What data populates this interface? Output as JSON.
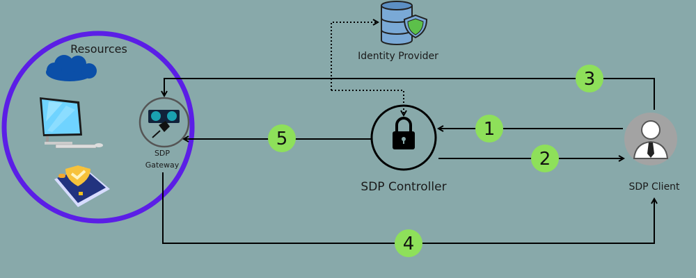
{
  "colors": {
    "background": "#88a9aa",
    "resources_ring": "#5b1ee6",
    "step_badge": "#8ee05a",
    "connector": "#000000"
  },
  "resources": {
    "title": "Resources",
    "icons": [
      "cloud-icon",
      "desktop-computer-icon",
      "secure-phone-icon"
    ]
  },
  "gateway": {
    "label_line1": "SDP",
    "label_line2": "Gateway",
    "icon": "power-outlet-plug-icon"
  },
  "controller": {
    "label": "SDP Controller",
    "icon": "lock-icon"
  },
  "client": {
    "label": "SDP Client",
    "icon": "user-avatar-icon"
  },
  "identity_provider": {
    "label": "Identity Provider",
    "icon": "database-shield-icon"
  },
  "steps": [
    {
      "number": "1",
      "from": "SDP Client",
      "to": "SDP Controller"
    },
    {
      "number": "2",
      "from": "SDP Controller",
      "to": "SDP Client"
    },
    {
      "number": "3",
      "from": "SDP Client",
      "to": "SDP Gateway"
    },
    {
      "number": "4",
      "from": "SDP Gateway",
      "to": "SDP Client"
    },
    {
      "number": "5",
      "from": "SDP Controller",
      "to": "SDP Gateway"
    }
  ]
}
